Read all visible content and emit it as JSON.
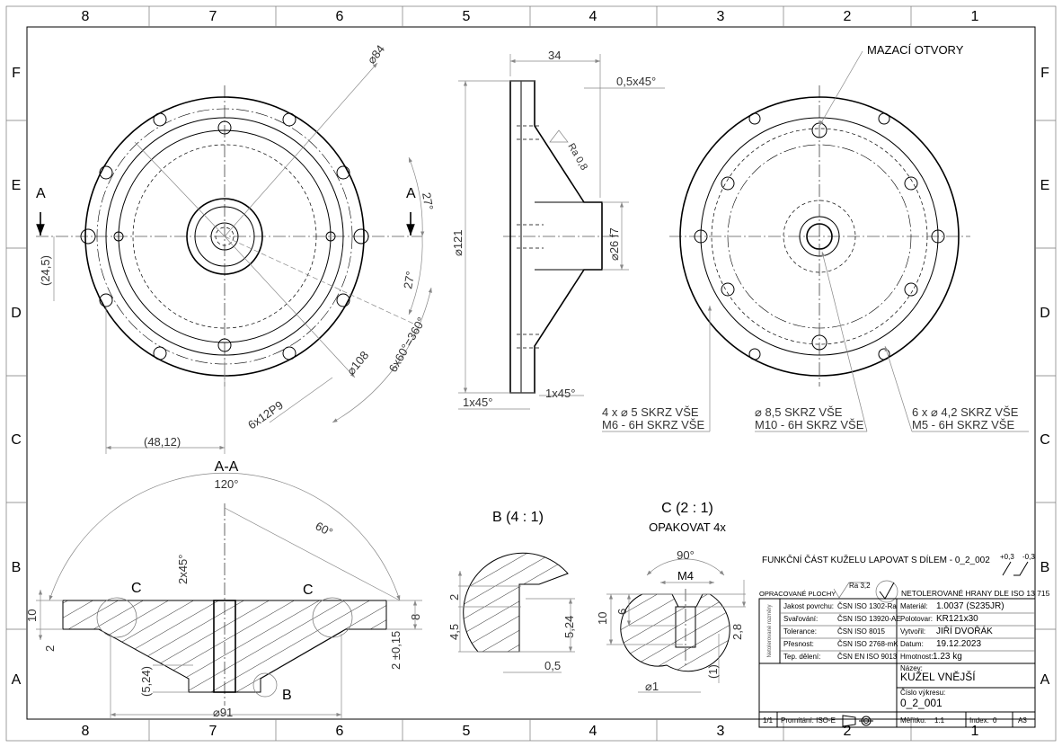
{
  "frame": {
    "columns": [
      "8",
      "7",
      "6",
      "5",
      "4",
      "3",
      "2",
      "1"
    ],
    "rows": [
      "F",
      "E",
      "D",
      "C",
      "B",
      "A"
    ]
  },
  "front_view": {
    "dims": [
      "⌀84",
      "27°",
      "27°",
      "A",
      "A",
      "(24,5)",
      "⌀108",
      "6x60°=360°",
      "6x12P9",
      "(48,12)"
    ]
  },
  "side_view": {
    "dims": [
      "34",
      "0,5x45°",
      "⌀121",
      "Ra 0,8",
      "⌀26 f7",
      "1x45°",
      "1x45°"
    ]
  },
  "rear_view": {
    "callout": "MAZACÍ OTVORY",
    "notes": [
      [
        "4 x ⌀ 5 SKRZ VŠE",
        "M6 - 6H SKRZ VŠE"
      ],
      [
        "⌀ 8,5 SKRZ VŠE",
        "M10 - 6H SKRZ VŠE"
      ],
      [
        "6 x ⌀ 4,2 SKRZ VŠE",
        "M5 - 6H SKRZ VŠE"
      ]
    ]
  },
  "section_aa": {
    "title": "A-A",
    "dims": [
      "120°",
      "60°",
      "2x45°",
      "C",
      "C",
      "10",
      "2",
      "8",
      "2 ±0,15",
      "(5,24)",
      "B",
      "⌀91"
    ]
  },
  "detail_b": {
    "title": "B (4 : 1)",
    "dims": [
      "2",
      "4,5",
      "5,24",
      "0,5"
    ]
  },
  "detail_c": {
    "title": "C (2 : 1)",
    "subtitle": "OPAKOVAT 4x",
    "dims": [
      "90°",
      "M4",
      "10",
      "6",
      "2,8",
      "(1)",
      "⌀1"
    ]
  },
  "title_block": {
    "note": "FUNKČNÍ ČÁST KUŽELU LAPOVAT S DÍLEM - 0_2_002",
    "tol_plus": "+0,3",
    "tol_minus": "-0,3",
    "machined_surfaces": "OPRACOVANÉ PLOCHY",
    "roughness": "Ra 3,2",
    "edges_note": "NETOLEROVANÉ HRANY DLE ISO 13 715",
    "side_label": "Netolerované rozměry",
    "standards": [
      {
        "label": "Jakost povrchu:",
        "value": "ČSN ISO 1302-Ra"
      },
      {
        "label": "Svařování:",
        "value": "ČSN ISO 13920-AE"
      },
      {
        "label": "Tolerance:",
        "value": "ČSN ISO 8015"
      },
      {
        "label": "Přesnost:",
        "value": "ČSN ISO 2768-mK"
      },
      {
        "label": "Tep. dělení:",
        "value": "ČSN EN ISO 9013"
      }
    ],
    "info": [
      {
        "label": "Materiál:",
        "value": "1.0037 (S235JR)"
      },
      {
        "label": "Polotovar:",
        "value": "KR121x30"
      },
      {
        "label": "Vytvořil:",
        "value": "JIŘÍ DVOŘÁK"
      },
      {
        "label": "Datum:",
        "value": "19.12.2023"
      },
      {
        "label": "Hmotnost:",
        "value": "1.23 kg"
      }
    ],
    "name_label": "Název:",
    "name": "KUŽEL VNĚJŠÍ",
    "number_label": "Číslo výkresu:",
    "number": "0_2_001",
    "sheet": "1/1",
    "projection": "Promítání: ISO-E",
    "scale_label": "Měřítko:",
    "scale": "1:1",
    "index_label": "Index:",
    "index": "0",
    "format": "A3"
  }
}
